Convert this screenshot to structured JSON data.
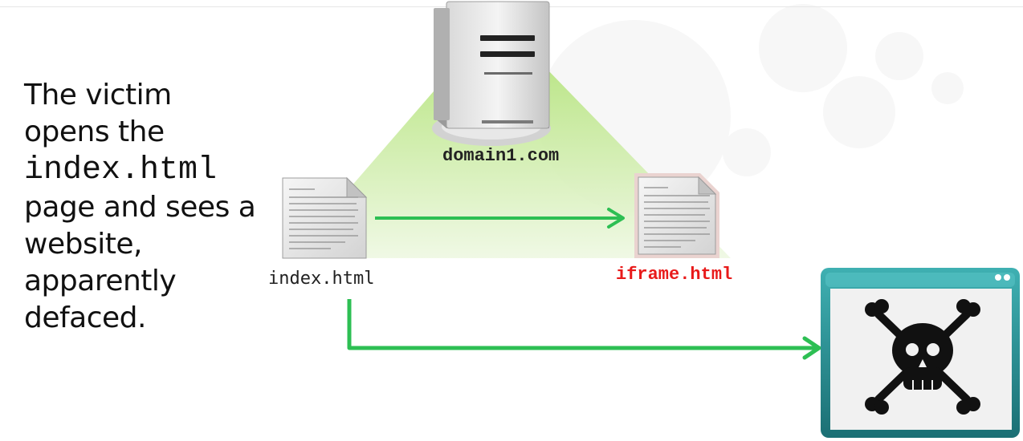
{
  "description": {
    "part1": "The victim opens the",
    "code": "index.html",
    "part2": "page and sees a website, apparently defaced."
  },
  "diagram": {
    "server_label": "domain1.com",
    "source_page_label": "index.html",
    "iframe_page_label": "iframe.html",
    "icons": [
      "server-icon",
      "document-icon",
      "document-icon",
      "skull-window-icon"
    ]
  },
  "colors": {
    "arrow": "#2dbf53",
    "highlight": "#e81a1a",
    "zone": "#bfe88f",
    "text": "#111111"
  }
}
